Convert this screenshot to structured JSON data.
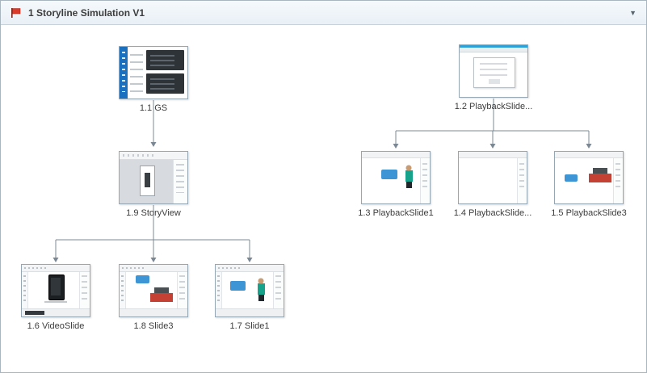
{
  "header": {
    "title": "1 Storyline Simulation V1",
    "collapse_icon": "▼"
  },
  "colors": {
    "flag_red": "#da3b2b",
    "connector_gray": "#7b8894",
    "accent_blue": "#2da0d8",
    "header_bg": "#eef4f9"
  },
  "nodes": {
    "gs": {
      "label": "1.1 GS"
    },
    "storyview": {
      "label": "1.9 StoryView"
    },
    "videoslide": {
      "label": "1.6 VideoSlide"
    },
    "slide3": {
      "label": "1.8 Slide3"
    },
    "slide1": {
      "label": "1.7 Slide1"
    },
    "playback_parent": {
      "label": "1.2 PlaybackSlide..."
    },
    "playback1": {
      "label": "1.3 PlaybackSlide1"
    },
    "playback2": {
      "label": "1.4 PlaybackSlide..."
    },
    "playback3": {
      "label": "1.5 PlaybackSlide3"
    }
  }
}
